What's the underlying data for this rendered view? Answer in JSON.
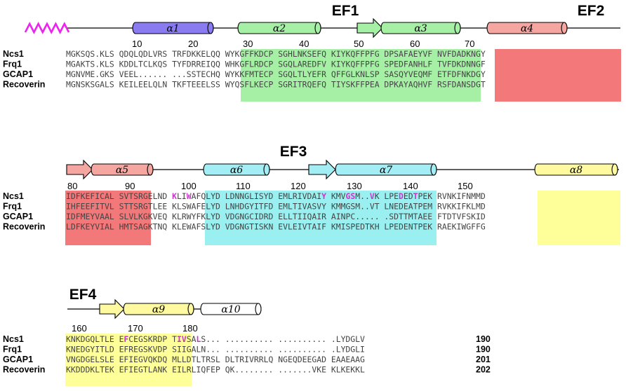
{
  "colors": {
    "ef1": "#a6f0a6",
    "ef2": "#f2787a",
    "ef3": "#9af0f0",
    "ef4": "#ffff99",
    "purple": "#8a7cf0",
    "green": "#a6f0a6",
    "salmon": "#f5a6a0",
    "cyan": "#a3eef4",
    "yellow": "#fffaa0",
    "white": "#ffffff",
    "highlight": "#cc33cc",
    "zigzag": "#ee22ee"
  },
  "protein_names": [
    "Ncs1",
    "Frq1",
    "GCAP1",
    "Recoverin"
  ],
  "blocks": [
    {
      "ef_labels": [
        {
          "text": "EF1"
        },
        {
          "text": "EF2"
        }
      ],
      "ruler": [
        "10",
        "20",
        "30",
        "40",
        "50",
        "60",
        "70"
      ],
      "elements": [
        {
          "kind": "zigzag",
          "color": "zigzag"
        },
        {
          "kind": "helix",
          "label": "α1",
          "color": "purple"
        },
        {
          "kind": "helix",
          "label": "α2",
          "color": "green"
        },
        {
          "kind": "strand",
          "color": "green"
        },
        {
          "kind": "helix",
          "label": "α3",
          "color": "green"
        },
        {
          "kind": "helix",
          "label": "α4",
          "color": "salmon"
        }
      ],
      "boxes": [
        {
          "region": "EF1",
          "color": "ef1"
        },
        {
          "region": "EF2",
          "color": "ef2"
        }
      ],
      "rows": [
        {
          "name": "Ncs1",
          "seq": "MGKSQS.KLS QDQLQDLVRS TRFDKKELQQ WYKGFFKDCP SGHLNKSEFQ KIYKQFFPFG DPSAFAEYVF NVFDADKNGY",
          "count": "",
          "hl": []
        },
        {
          "name": "Frq1",
          "seq": "MGAKTS.KLS KDDLTCLKQS TYFDRREIQQ WHKGFLRDCP SGQLAREDFV KIYKQFFPFG SPEDFANHLF TVFDKDNNGF",
          "count": "",
          "hl": []
        },
        {
          "name": "GCAP1",
          "seq": "MGNVME.GKS VEEL...... ...SSTECHQ WYKKFMTECP SGQLTLYEFR QFFGLKNLSP SASQYVEQMF ETFDFNKDGY",
          "count": "",
          "hl": []
        },
        {
          "name": "Recoverin",
          "seq": "MGNSKSGALS KEILEELQLN TKFTEEELSS WYQSFLKECP SGRITRQEFQ TIYSKFFPEA DPKAYAQHVF RSFDANSDGT",
          "count": "",
          "hl": []
        }
      ]
    },
    {
      "ef_labels": [
        {
          "text": "EF3"
        }
      ],
      "ruler": [
        "80",
        "90",
        "100",
        "110",
        "120",
        "130",
        "140",
        "150"
      ],
      "elements": [
        {
          "kind": "strand",
          "color": "salmon"
        },
        {
          "kind": "helix",
          "label": "α5",
          "color": "salmon"
        },
        {
          "kind": "helix",
          "label": "α6",
          "color": "cyan"
        },
        {
          "kind": "strand",
          "color": "cyan"
        },
        {
          "kind": "helix",
          "label": "α7",
          "color": "cyan"
        },
        {
          "kind": "helix",
          "label": "α8",
          "color": "yellow"
        }
      ],
      "boxes": [
        {
          "region": "EF2",
          "color": "ef2"
        },
        {
          "region": "EF3",
          "color": "ef3"
        },
        {
          "region": "EF4",
          "color": "ef4"
        }
      ],
      "rows": [
        {
          "name": "Ncs1",
          "seq": "IDFKEFICAL SVTSRGELND KLIWAFQLYD LDNNGLISYD EMLRIVDAIY KMVGSM..VK LPEDEDTPEK RVNKIFNMMD",
          "count": "",
          "hl": [
            22,
            25,
            53,
            58,
            59,
            63,
            69,
            72
          ]
        },
        {
          "name": "Frq1",
          "seq": "IHFEEFITVL STTSRGTLEE KLSWAFELYD LNHDGYITFD EMLTIVASVY KMMGSM..VT LNEDEATPEM RVKKIFKLMD",
          "count": "",
          "hl": []
        },
        {
          "name": "GCAP1",
          "seq": "IDFMEYVAAL SLVLKGKVEQ KLRWYFKLYD VDGNGCIDRD ELLTIIQAIR AINPC..... .SDTTMTAEE FTDTVFSKID",
          "count": "",
          "hl": []
        },
        {
          "name": "Recoverin",
          "seq": "LDFKEYVIAL HMTSAGKTNQ KLEWAFSLYD VDGNGTISKN EVLEIVTAIF KMISPEDTKH LPEDENTPEK RAEKIWGFFG",
          "count": "",
          "hl": []
        }
      ]
    },
    {
      "ef_labels": [
        {
          "text": "EF4"
        }
      ],
      "ruler": [
        "160",
        "170",
        "180"
      ],
      "elements": [
        {
          "kind": "strand",
          "color": "yellow"
        },
        {
          "kind": "helix",
          "label": "α9",
          "color": "yellow"
        },
        {
          "kind": "helix",
          "label": "α10",
          "color": "white"
        }
      ],
      "boxes": [
        {
          "region": "EF4",
          "color": "ef4"
        }
      ],
      "rows": [
        {
          "name": "Ncs1",
          "seq": "KNKDGQLTLE EFCEGSKRDP TIVSALS... .......... .......... .LYDGLV",
          "count": "190",
          "hl": [
            12,
            23,
            24,
            27
          ]
        },
        {
          "name": "Frq1",
          "seq": "KNEDGYITLD EFREGSKVDP SIIGALN... .......... .......... .LYDGLI",
          "count": "190",
          "hl": []
        },
        {
          "name": "GCAP1",
          "seq": "VNGDGELSLE EFIEGVQKDQ MLLDTLTRSL DLTRIVRRLQ NGEQDEEGAD EAAEAAG",
          "count": "201",
          "hl": []
        },
        {
          "name": "Recoverin",
          "seq": "KKDDDKLTEK EFIEGTLANK EILRLIQFEP QK........ .......VKE KLKEKKL",
          "count": "202",
          "hl": []
        }
      ]
    }
  ]
}
